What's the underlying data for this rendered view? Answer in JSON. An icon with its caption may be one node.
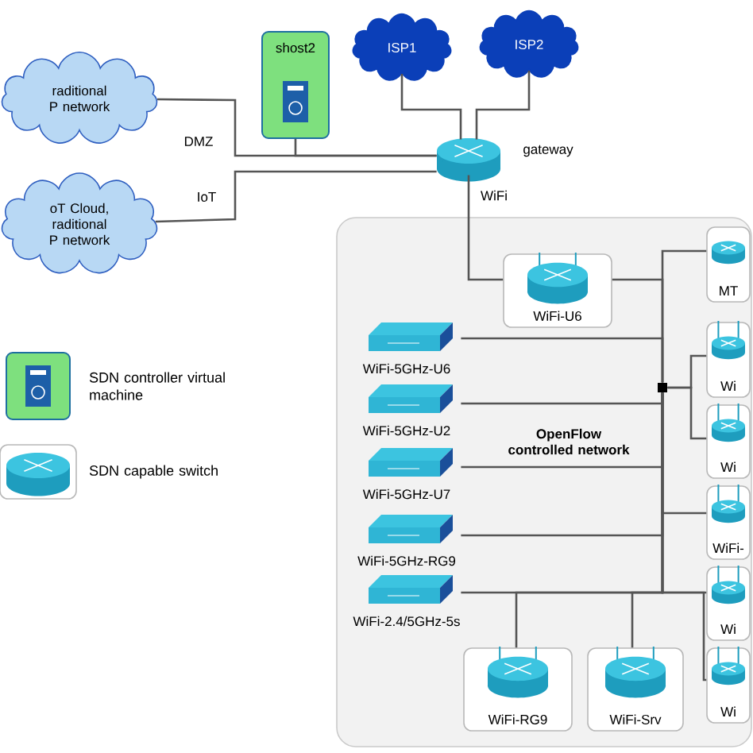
{
  "diagram": {
    "nodes": [
      {
        "text": [
          "raditional P network"
        ]
      },
      {
        "text": [
          "oT Cloud, raditional P network"
        ]
      },
      {
        "text": [
          "shost2"
        ]
      },
      {
        "text": [
          "ISP1"
        ]
      },
      {
        "text": [
          "ISP2"
        ]
      },
      {
        "text": [],
        "shape": "cylinder",
        "beside": [
          "gateway"
        ]
      },
      {
        "text": [
          "OpenFlow controlled network"
        ]
      },
      {
        "text": [
          "WiFi-U6"
        ],
        "in": 6
      },
      {
        "text": [
          "MT"
        ],
        "in": 6
      },
      {
        "text": [
          "WiFi-5GHz-U6"
        ],
        "in": 6
      },
      {
        "text": [
          "WiFi-5GHz-U2"
        ],
        "in": 6
      },
      {
        "text": [
          "WiFi-5GHz-U7"
        ],
        "in": 6
      },
      {
        "text": [
          "WiFi-5GHz-RG9"
        ],
        "in": 6
      },
      {
        "text": [
          "WiFi-2.4/5GHz-5s"
        ],
        "in": 6
      },
      {
        "text": [],
        "shape": "box",
        "in": 6
      },
      {
        "text": [
          "Wi"
        ],
        "in": 6
      },
      {
        "text": [
          "Wi"
        ],
        "in": 6
      },
      {
        "text": [
          "WiFi-"
        ],
        "in": 6
      },
      {
        "text": [
          "Wi"
        ],
        "in": 6
      },
      {
        "text": [
          "Wi"
        ],
        "in": 6
      },
      {
        "text": [
          "WiFi-RG9"
        ],
        "in": 6
      },
      {
        "text": [
          "WiFi-Srv"
        ],
        "in": 6
      }
    ],
    "edges": [
      {
        "from": 5,
        "to": 0,
        "arrow": "none",
        "label": "DMZ"
      },
      {
        "from": 5,
        "to": 1,
        "arrow": "none",
        "label": "IoT"
      },
      {
        "from": 2,
        "to": 5,
        "arrow": "none"
      },
      {
        "from": 5,
        "to": 3,
        "arrow": "none"
      },
      {
        "from": 5,
        "to": 4,
        "arrow": "none"
      },
      {
        "from": 5,
        "to": 7,
        "arrow": "none",
        "label": "WiFi"
      },
      {
        "from": 7,
        "to": 14,
        "arrow": "none"
      },
      {
        "from": 8,
        "to": 14,
        "arrow": "none"
      },
      {
        "from": 9,
        "to": 14,
        "arrow": "none"
      },
      {
        "from": 10,
        "to": 14,
        "arrow": "none"
      },
      {
        "from": 11,
        "to": 14,
        "arrow": "none"
      },
      {
        "from": 12,
        "to": 14,
        "arrow": "none"
      },
      {
        "from": 13,
        "to": 14,
        "arrow": "none"
      },
      {
        "from": 15,
        "to": 14,
        "arrow": "none"
      },
      {
        "from": 16,
        "to": 14,
        "arrow": "none"
      },
      {
        "from": 17,
        "to": 14,
        "arrow": "none"
      },
      {
        "from": 18,
        "to": 14,
        "arrow": "none"
      },
      {
        "from": 19,
        "to": 14,
        "arrow": "none"
      },
      {
        "from": 20,
        "to": 14,
        "arrow": "none"
      },
      {
        "from": 21,
        "to": 14,
        "arrow": "none"
      }
    ],
    "legend": [
      {
        "text": "SDN controller virtual machine"
      },
      {
        "text": "SDN capable switch"
      }
    ]
  }
}
